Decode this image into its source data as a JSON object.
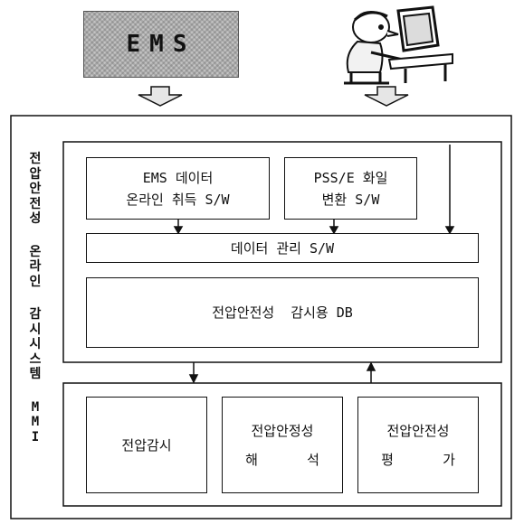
{
  "banner": {
    "ems_text": "EMS"
  },
  "boxes": {
    "ems_acquire": {
      "line1": "EMS 데이터",
      "line2": "온라인 취득 S/W"
    },
    "pss_convert": {
      "line1": "PSS/E 화일",
      "line2": "변환 S/W"
    },
    "data_mgmt": {
      "label": "데이터 관리 S/W"
    },
    "db": {
      "label": "전압안전성  감시용 DB"
    },
    "monitor": {
      "label": "전압감시"
    },
    "analysis": {
      "line1": "전압안정성",
      "line2": "해      석"
    },
    "evaluation": {
      "line1": "전압안전성",
      "line2": "평      가"
    }
  },
  "sidebar": {
    "words": [
      "전압안전성",
      "온라인",
      "감시시스템",
      "MMI"
    ]
  },
  "icons": {
    "operator": "person-at-computer-icon",
    "arrows": [
      "hollow-down-arrow-icon",
      "hollow-down-arrow-icon"
    ]
  },
  "colors": {
    "line": "#111111",
    "banner_bg": "#cfcfcf",
    "arrow_fill": "#e6e6e6"
  }
}
